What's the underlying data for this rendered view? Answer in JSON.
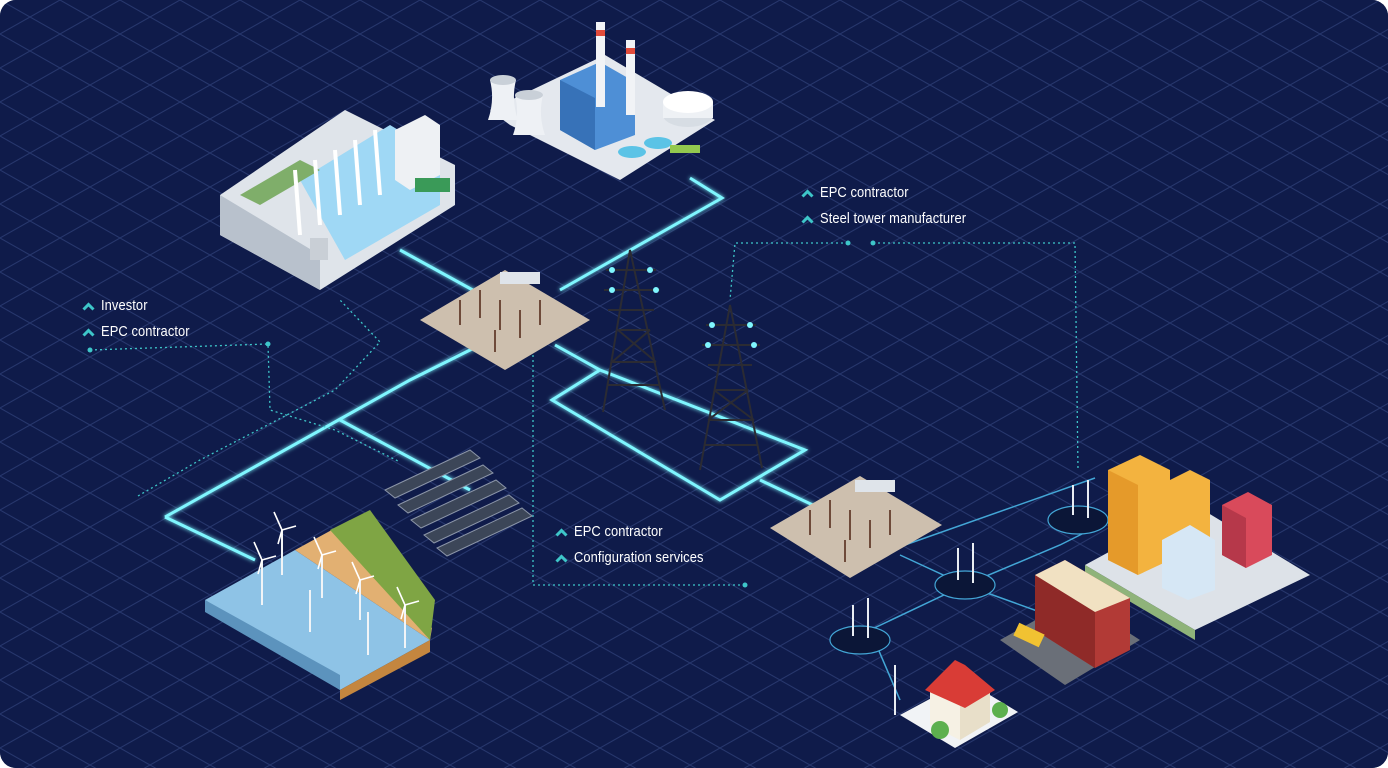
{
  "colors": {
    "background": "#0f1b4a",
    "grid": "#2a3a72",
    "power_line": "#7ff6ff",
    "accent": "#3ec6c9"
  },
  "callouts": [
    {
      "id": "hydro",
      "items": [
        "Investor",
        "EPC contractor"
      ]
    },
    {
      "id": "transmission",
      "items": [
        "EPC contractor",
        "Steel tower manufacturer"
      ]
    },
    {
      "id": "solar",
      "items": [
        "EPC contractor",
        "Configuration services"
      ]
    }
  ],
  "icons": {
    "bullet": "chevron-up-icon",
    "facilities": [
      "hydro-dam-icon",
      "thermal-power-plant-icon",
      "wind-farm-icon",
      "solar-array-icon",
      "substation-icon",
      "transmission-tower-icon",
      "distribution-pole-icon",
      "city-buildings-icon",
      "school-icon",
      "house-icon"
    ]
  }
}
